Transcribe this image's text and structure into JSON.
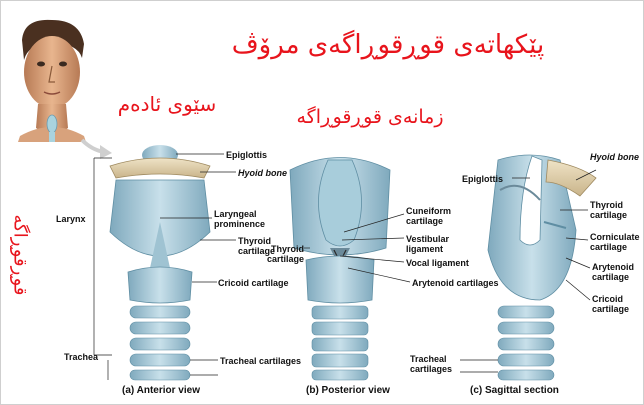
{
  "titles": {
    "main": "پێکهاتەی قوڕقوڕاگەی مرۆڤ",
    "adams_apple": "سێوی ئادەم",
    "voice_box": "زمانەی قوڕقوڕاگە",
    "side": "قوڕقوڕاگە"
  },
  "labels": {
    "epiglottis_a": "Epiglottis",
    "hyoid_a": "Hyoid bone",
    "larynx": "Larynx",
    "laryngeal_prominence": "Laryngeal\nprominence",
    "thyroid_a": "Thyroid\ncartilage",
    "cricoid_a": "Cricoid cartilage",
    "trachea": "Trachea",
    "tracheal_cartilages_a": "Tracheal cartilages",
    "cuneiform": "Cuneiform\ncartilage",
    "vestibular": "Vestibular\nligament",
    "thyroid_b": "Thyroid\ncartilage",
    "vocal_ligament": "Vocal ligament",
    "arytenoid_b": "Arytenoid cartilages",
    "epiglottis_c": "Epiglottis",
    "hyoid_c": "Hyoid bone",
    "thyroid_c": "Thyroid\ncartilage",
    "corniculate": "Corniculate\ncartilage",
    "arytenoid_c": "Arytenoid\ncartilage",
    "cricoid_c": "Cricoid\ncartilage",
    "tracheal_cartilages_c": "Tracheal\ncartilages"
  },
  "captions": {
    "a": "(a) Anterior view",
    "b": "(b) Posterior view",
    "c": "(c) Sagittal section"
  }
}
